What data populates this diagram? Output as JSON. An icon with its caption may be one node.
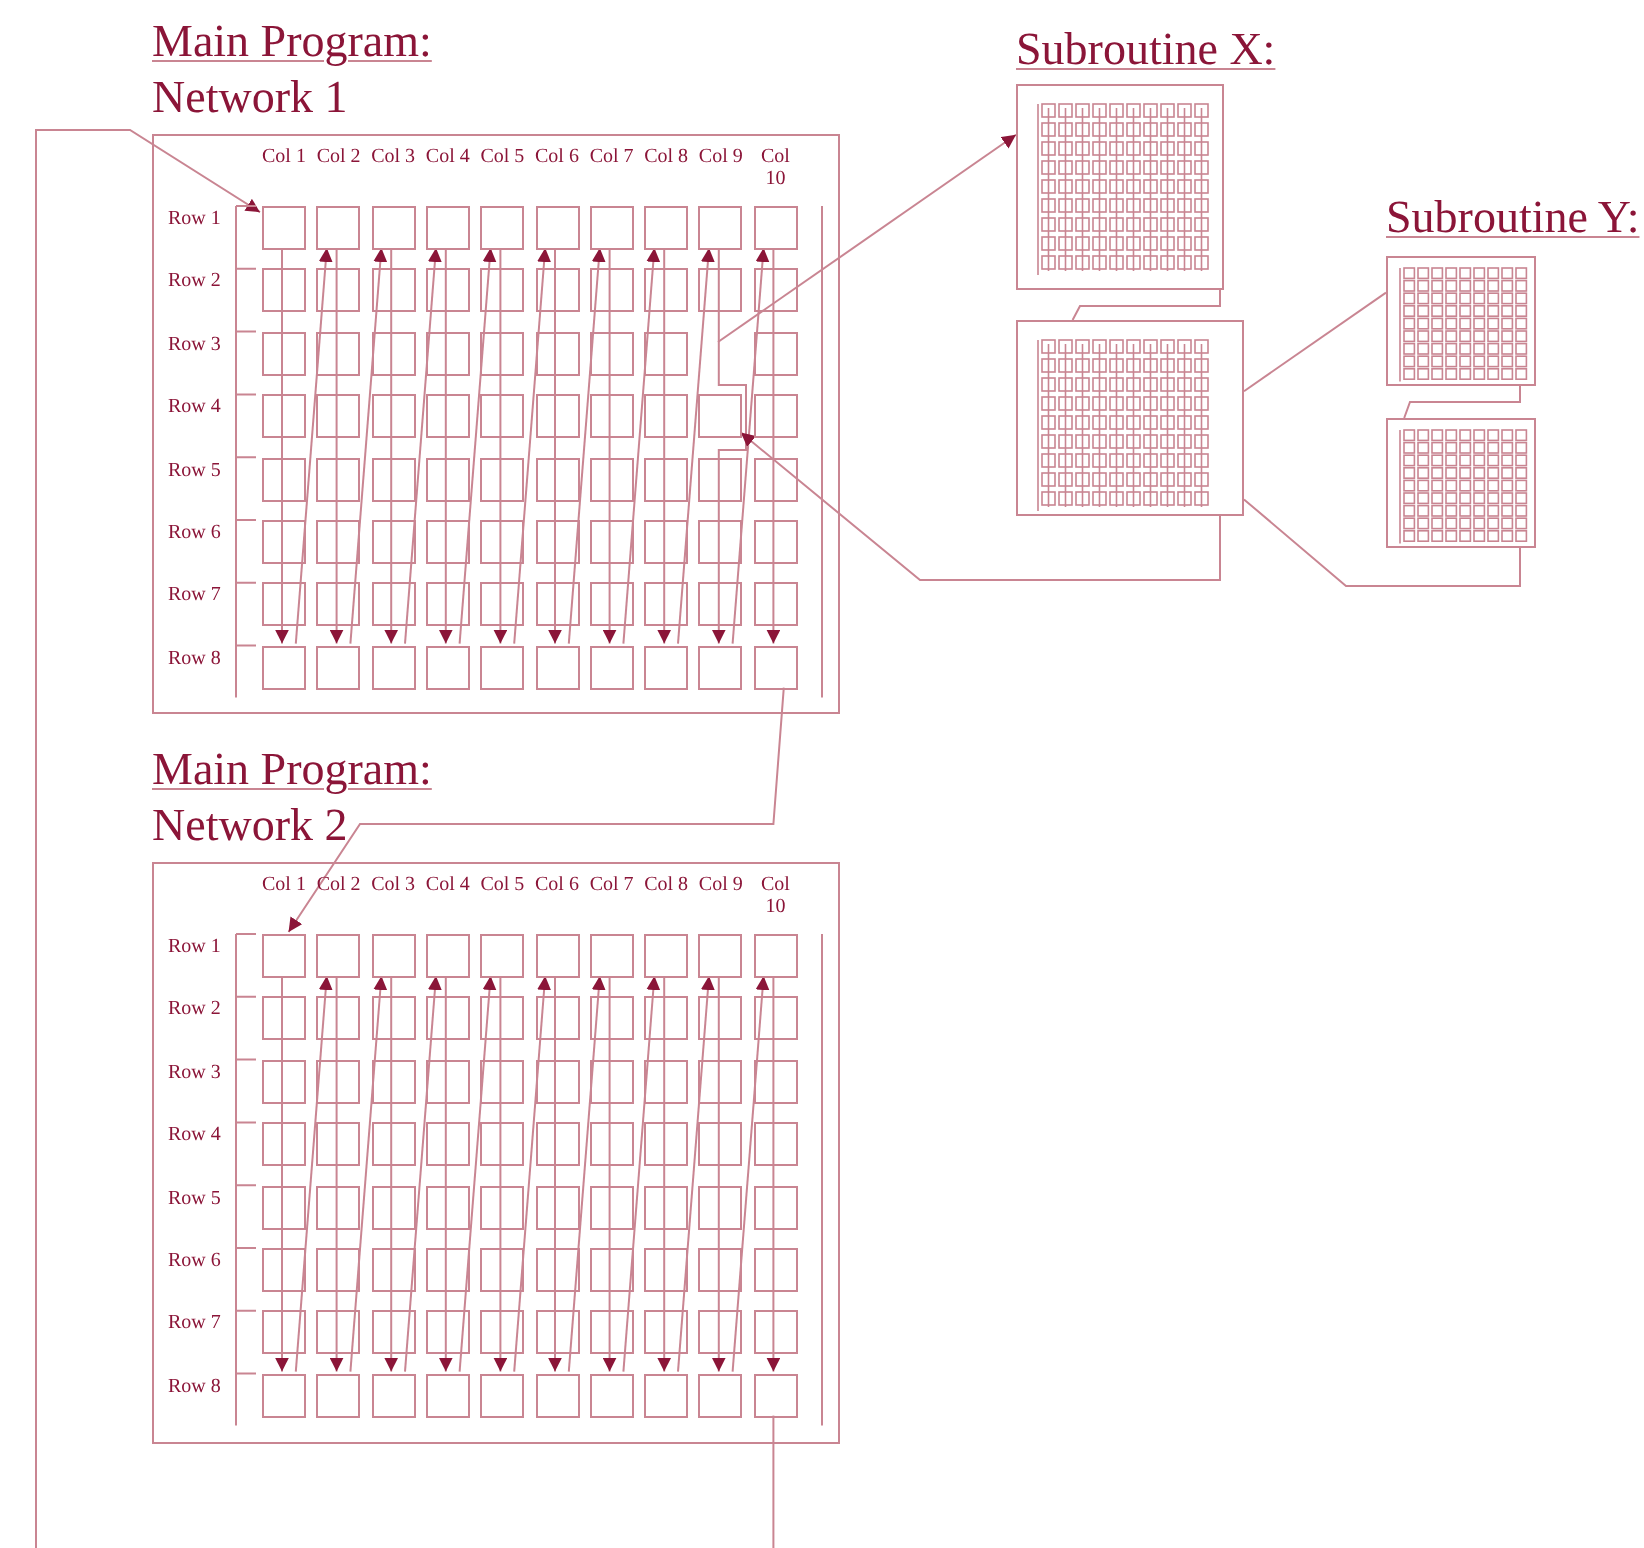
{
  "diagram": {
    "nodes": [
      {
        "text": [
          "Main Program:",
          "Network 1"
        ]
      },
      {
        "text": [],
        "shape": "box",
        "in": 0
      },
      {
        "text": [],
        "shape": "box",
        "in": 0
      },
      {
        "text": [],
        "shape": "box",
        "in": 0
      },
      {
        "text": [],
        "shape": "box",
        "in": 0
      },
      {
        "text": [],
        "shape": "box",
        "in": 0
      },
      {
        "text": [],
        "shape": "box",
        "in": 0
      },
      {
        "text": [],
        "shape": "box",
        "in": 0
      },
      {
        "text": [],
        "shape": "box",
        "in": 0
      },
      {
        "text": [],
        "shape": "box",
        "in": 0
      },
      {
        "text": [],
        "shape": "box",
        "in": 0
      },
      {
        "text": [],
        "shape": "box",
        "in": 0
      },
      {
        "text": [],
        "shape": "box",
        "in": 0
      },
      {
        "text": [],
        "shape": "box",
        "in": 0
      },
      {
        "text": [],
        "shape": "box",
        "in": 0
      },
      {
        "text": [],
        "shape": "box",
        "in": 0
      },
      {
        "text": [],
        "shape": "box",
        "in": 0
      },
      {
        "text": [],
        "shape": "box",
        "in": 0
      },
      {
        "text": [],
        "shape": "box",
        "in": 0
      },
      {
        "text": [],
        "shape": "box",
        "in": 0
      },
      {
        "text": [],
        "shape": "box",
        "in": 0
      },
      {
        "text": [],
        "shape": "box",
        "in": 0
      },
      {
        "text": [
          "Subroutine X:"
        ]
      },
      {
        "text": [],
        "shape": "box"
      },
      {
        "text": [
          "Subroutine Y:"
        ]
      },
      {
        "text": [],
        "shape": "box"
      },
      {
        "text": [
          "Main Program:",
          "Network 2"
        ]
      },
      {
        "text": [],
        "shape": "box",
        "in": 26
      },
      {
        "text": [],
        "shape": "box",
        "in": 26
      },
      {
        "text": [],
        "shape": "box",
        "in": 26
      },
      {
        "text": [],
        "shape": "box",
        "in": 26
      },
      {
        "text": [],
        "shape": "box",
        "in": 26
      },
      {
        "text": [],
        "shape": "box",
        "in": 26
      },
      {
        "text": [],
        "shape": "box",
        "in": 26
      },
      {
        "text": [],
        "shape": "box",
        "in": 26
      },
      {
        "text": [],
        "shape": "box",
        "in": 26
      },
      {
        "text": [],
        "shape": "box",
        "in": 26
      },
      {
        "text": [],
        "shape": "box",
        "in": 26
      },
      {
        "text": [],
        "shape": "box",
        "in": 26
      },
      {
        "text": [],
        "shape": "box",
        "in": 26
      },
      {
        "text": [],
        "shape": "box",
        "in": 26
      },
      {
        "text": [],
        "shape": "box",
        "in": 26
      },
      {
        "text": [],
        "shape": "box",
        "in": 26
      },
      {
        "text": [],
        "shape": "box",
        "in": 26
      },
      {
        "text": [],
        "shape": "box",
        "in": 26
      },
      {
        "text": [],
        "shape": "box",
        "in": 26
      },
      {
        "text": [],
        "shape": "box",
        "in": 26
      }
    ],
    "edges": [
      {
        "from": null,
        "to": 1,
        "arrow": "to"
      },
      {
        "from": 1,
        "to": 12,
        "arrow": "to"
      },
      {
        "from": 2,
        "to": 13,
        "arrow": "to"
      },
      {
        "from": 3,
        "to": 14,
        "arrow": "to"
      },
      {
        "from": 4,
        "to": 15,
        "arrow": "to"
      },
      {
        "from": 5,
        "to": 16,
        "arrow": "to"
      },
      {
        "from": 6,
        "to": 17,
        "arrow": "to"
      },
      {
        "from": 7,
        "to": 18,
        "arrow": "to"
      },
      {
        "from": 8,
        "to": 19,
        "arrow": "to"
      },
      {
        "from": 9,
        "to": 20,
        "arrow": "to"
      },
      {
        "from": 10,
        "to": 21,
        "arrow": "to"
      },
      {
        "from": 12,
        "to": 2,
        "arrow": "to"
      },
      {
        "from": 13,
        "to": 3,
        "arrow": "to"
      },
      {
        "from": 14,
        "to": 4,
        "arrow": "to"
      },
      {
        "from": 15,
        "to": 5,
        "arrow": "to"
      },
      {
        "from": 16,
        "to": 6,
        "arrow": "to"
      },
      {
        "from": 17,
        "to": 7,
        "arrow": "to"
      },
      {
        "from": 18,
        "to": 8,
        "arrow": "to"
      },
      {
        "from": 19,
        "to": 9,
        "arrow": "to"
      },
      {
        "from": 20,
        "to": 10,
        "arrow": "to"
      },
      {
        "from": 21,
        "to": 27,
        "arrow": "to"
      },
      {
        "from": 27,
        "to": 37,
        "arrow": "to"
      },
      {
        "from": 28,
        "to": 38,
        "arrow": "to"
      },
      {
        "from": 29,
        "to": 39,
        "arrow": "to"
      },
      {
        "from": 30,
        "to": 40,
        "arrow": "to"
      },
      {
        "from": 31,
        "to": 41,
        "arrow": "to"
      },
      {
        "from": 32,
        "to": 42,
        "arrow": "to"
      },
      {
        "from": 33,
        "to": 43,
        "arrow": "to"
      },
      {
        "from": 34,
        "to": 44,
        "arrow": "to"
      },
      {
        "from": 35,
        "to": 45,
        "arrow": "to"
      },
      {
        "from": 36,
        "to": 46,
        "arrow": "to"
      },
      {
        "from": 37,
        "to": 28,
        "arrow": "to"
      },
      {
        "from": 38,
        "to": 29,
        "arrow": "to"
      },
      {
        "from": 39,
        "to": 30,
        "arrow": "to"
      },
      {
        "from": 40,
        "to": 31,
        "arrow": "to"
      },
      {
        "from": 41,
        "to": 32,
        "arrow": "to"
      },
      {
        "from": 42,
        "to": 33,
        "arrow": "to"
      },
      {
        "from": 43,
        "to": 34,
        "arrow": "to"
      },
      {
        "from": 44,
        "to": 35,
        "arrow": "to"
      },
      {
        "from": 45,
        "to": 36,
        "arrow": "to"
      },
      {
        "from": 46,
        "to": null,
        "arrow": "none"
      },
      {
        "from": null,
        "to": 22,
        "arrow": "to"
      },
      {
        "from": 22,
        "to": 23,
        "arrow": "none"
      },
      {
        "from": 23,
        "to": 11,
        "arrow": "to"
      },
      {
        "from": 23,
        "to": 24,
        "arrow": "none"
      },
      {
        "from": 24,
        "to": 25,
        "arrow": "none"
      },
      {
        "from": 25,
        "to": 23,
        "arrow": "none"
      }
    ],
    "labels": [
      "Col 1",
      "Col 2",
      "Col 3",
      "Col 4",
      "Col 5",
      "Col 6",
      "Col 7",
      "Col 8",
      "Col 9",
      "Col 10",
      "Row 1",
      "Row 2",
      "Row 3",
      "Row 4",
      "Row 5",
      "Row 6",
      "Row 7",
      "Row 8",
      "Col 1",
      "Col 2",
      "Col 3",
      "Col 4",
      "Col 5",
      "Col 6",
      "Col 7",
      "Col 8",
      "Col 9",
      "Col 10",
      "Row 1",
      "Row 2",
      "Row 3",
      "Row 4",
      "Row 5",
      "Row 6",
      "Row 7",
      "Row 8"
    ]
  }
}
